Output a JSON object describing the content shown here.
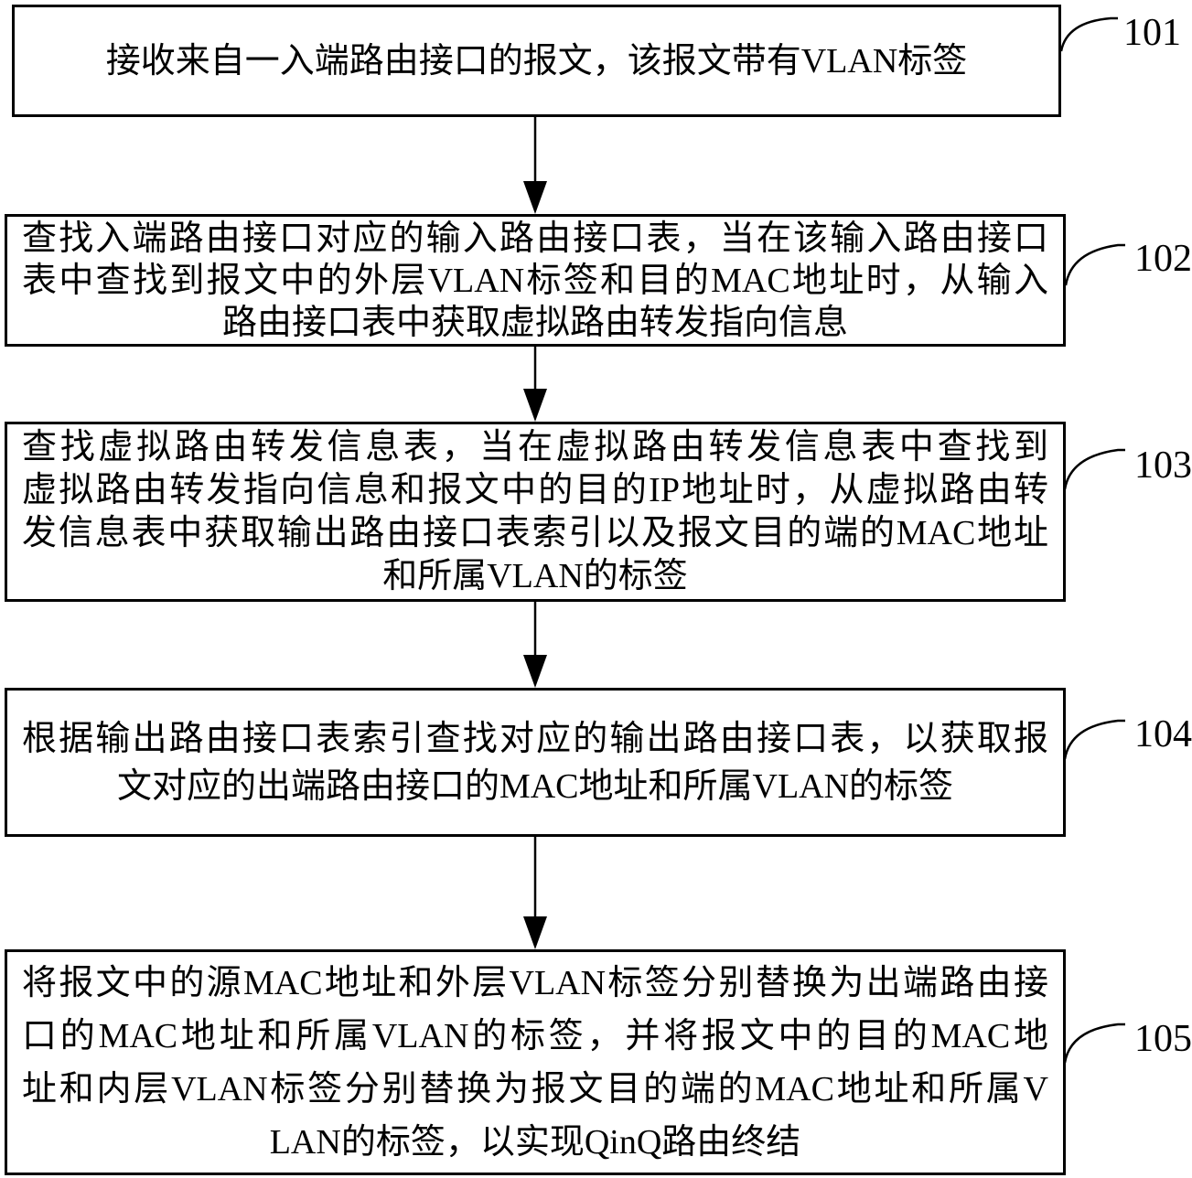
{
  "figure": {
    "background_color": "#ffffff",
    "ink_color": "#000000",
    "type": "patent-flowchart",
    "steps": [
      {
        "label": "101",
        "lines": [
          "接收来自一入端路由接口的报文，该报文带有VLAN标签"
        ]
      },
      {
        "label": "102",
        "lines": [
          "查找入端路由接口对应的输入路由接口表，当在该输入路由接口",
          "表中查找到报文中的外层VLAN标签和目的MAC地址时，从输入",
          "路由接口表中获取虚拟路由转发指向信息"
        ]
      },
      {
        "label": "103",
        "lines": [
          "查找虚拟路由转发信息表，当在虚拟路由转发信息表中查找到",
          "虚拟路由转发指向信息和报文中的目的IP地址时，从虚拟路由转",
          "发信息表中获取输出路由接口表索引以及报文目的端的MAC地址",
          "和所属VLAN的标签"
        ]
      },
      {
        "label": "104",
        "lines": [
          "根据输出路由接口表索引查找对应的输出路由接口表，以获取报",
          "文对应的出端路由接口的MAC地址和所属VLAN的标签"
        ]
      },
      {
        "label": "105",
        "lines": [
          "将报文中的源MAC地址和外层VLAN标签分别替换为出端路由接",
          "口的MAC地址和所属VLAN的标签，并将报文中的目的MAC地",
          "址和内层VLAN标签分别替换为报文目的端的MAC地址和所属V",
          "LAN的标签，以实现QinQ路由终结"
        ]
      }
    ]
  }
}
